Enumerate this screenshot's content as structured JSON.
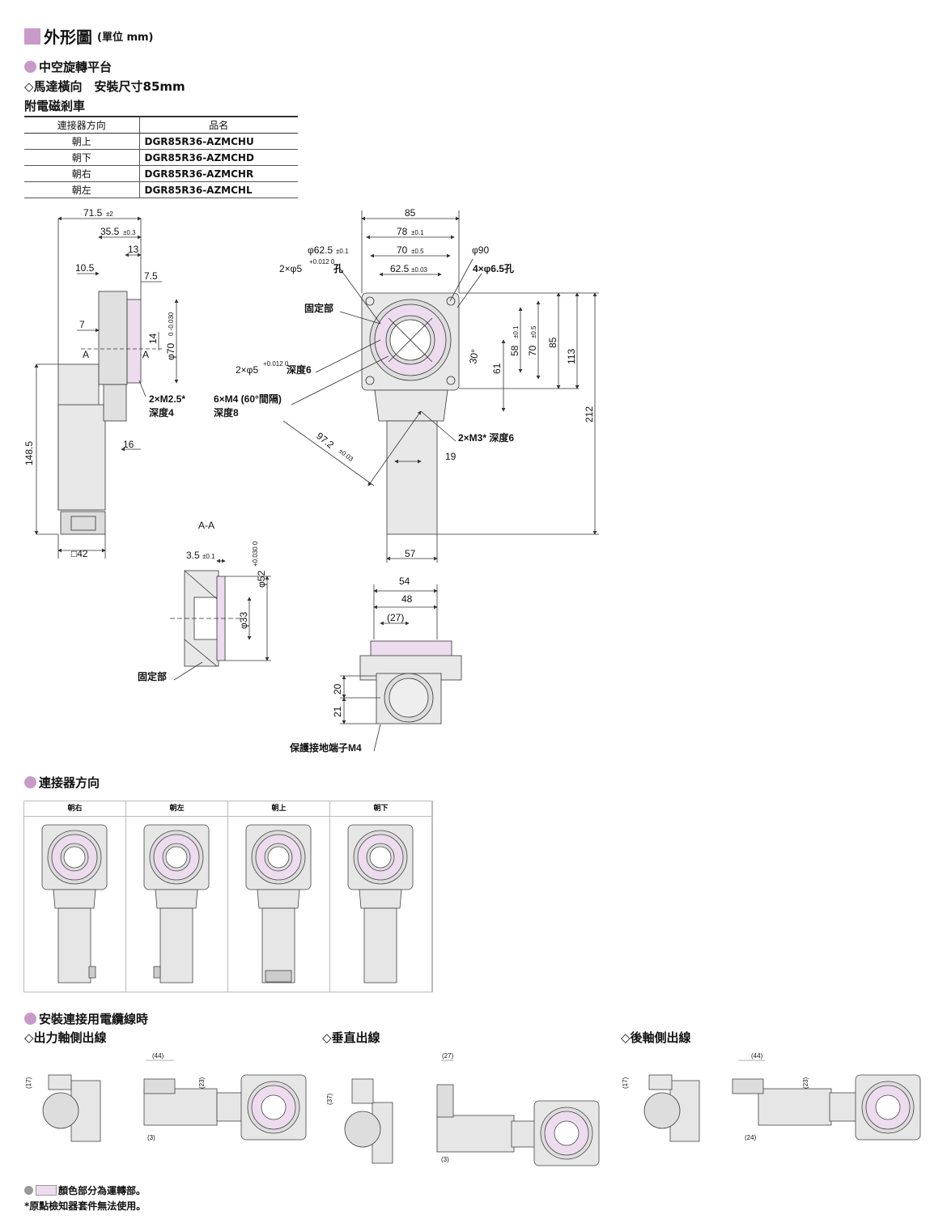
{
  "header": {
    "title": "外形圖",
    "unit": "(單位 mm)"
  },
  "section1": {
    "title": "中空旋轉平台",
    "subtitle": "◇馬達橫向　安裝尺寸85mm",
    "subhead": "附電磁剎車"
  },
  "table": {
    "headers": [
      "連接器方向",
      "品名"
    ],
    "rows": [
      {
        "dir": "朝上",
        "name": "DGR85R36-AZMCHU"
      },
      {
        "dir": "朝下",
        "name": "DGR85R36-AZMCHD"
      },
      {
        "dir": "朝右",
        "name": "DGR85R36-AZMCHR"
      },
      {
        "dir": "朝左",
        "name": "DGR85R36-AZMCHL"
      }
    ]
  },
  "drawing": {
    "side": {
      "d71": "71.5",
      "d71t": "±2",
      "d35": "35.5",
      "d35t": "±0.3",
      "d13": "13",
      "d10": "10.5",
      "d7_5": "7.5",
      "d7": "7",
      "d14": "14",
      "d70": "φ70",
      "d70t": "0 -0.030",
      "sec": "A",
      "m25": "2×M2.5*",
      "m25d": "深度4",
      "d16": "16",
      "d148": "148.5",
      "d42": "□42"
    },
    "front": {
      "d85": "85",
      "d78": "78",
      "d78t": "±0.1",
      "d625a": "φ62.5",
      "d625at": "±0.1",
      "d90": "φ90",
      "d70": "70",
      "d70t": "±0.5",
      "hole5": "2×φ5",
      "hole5t": "+0.012 0",
      "hole5k": "孔",
      "d625": "62.5",
      "d625t": "±0.03",
      "h65": "4×φ6.5孔",
      "fixed": "固定部",
      "hole5b": "2×φ5",
      "hole5bt": "+0.012 0",
      "hole5bk": "深度6",
      "m4": "6×M4 (60°間隔)",
      "m4d": "深度8",
      "d97": "97.2",
      "d97t": "±0.03",
      "ang": "30°",
      "d61": "61",
      "d58": "58",
      "d58t": "±0.1",
      "d70v": "70",
      "d70vt": "±0.5",
      "d85v": "85",
      "d113": "113",
      "d212": "212",
      "m3": "2×M3* 深度6",
      "d19": "19",
      "d57": "57"
    },
    "aa": {
      "title": "A-A",
      "d35": "3.5",
      "d35t": "±0.1",
      "d52": "φ52",
      "d52t": "+0.030 0",
      "d33": "φ33",
      "fixed": "固定部"
    },
    "bottom": {
      "d54": "54",
      "d48": "48",
      "d27": "(27)",
      "d20": "20",
      "d21": "21",
      "earth": "保護接地端子M4"
    }
  },
  "section2": {
    "title": "連接器方向",
    "labels": [
      "朝右",
      "朝左",
      "朝上",
      "朝下"
    ]
  },
  "section3": {
    "title": "安裝連接用電纜線時",
    "groups": [
      {
        "title": "◇出力軸側出線",
        "d17": "(17)",
        "d44": "(44)",
        "d23": "(23)",
        "d3": "(3)"
      },
      {
        "title": "◇垂直出線",
        "d37": "(37)",
        "d27": "(27)",
        "d3": "(3)"
      },
      {
        "title": "◇後軸側出線",
        "d17": "(17)",
        "d44": "(44)",
        "d23": "(23)",
        "d24": "(24)"
      }
    ]
  },
  "footer": {
    "note1": "顏色部分為運轉部。",
    "note2": "*原點檢知器套件無法使用。"
  },
  "colors": {
    "accent": "#c89ac8",
    "rotor": "#ecdcee",
    "body": "#e6e6e6",
    "line": "#333333"
  }
}
